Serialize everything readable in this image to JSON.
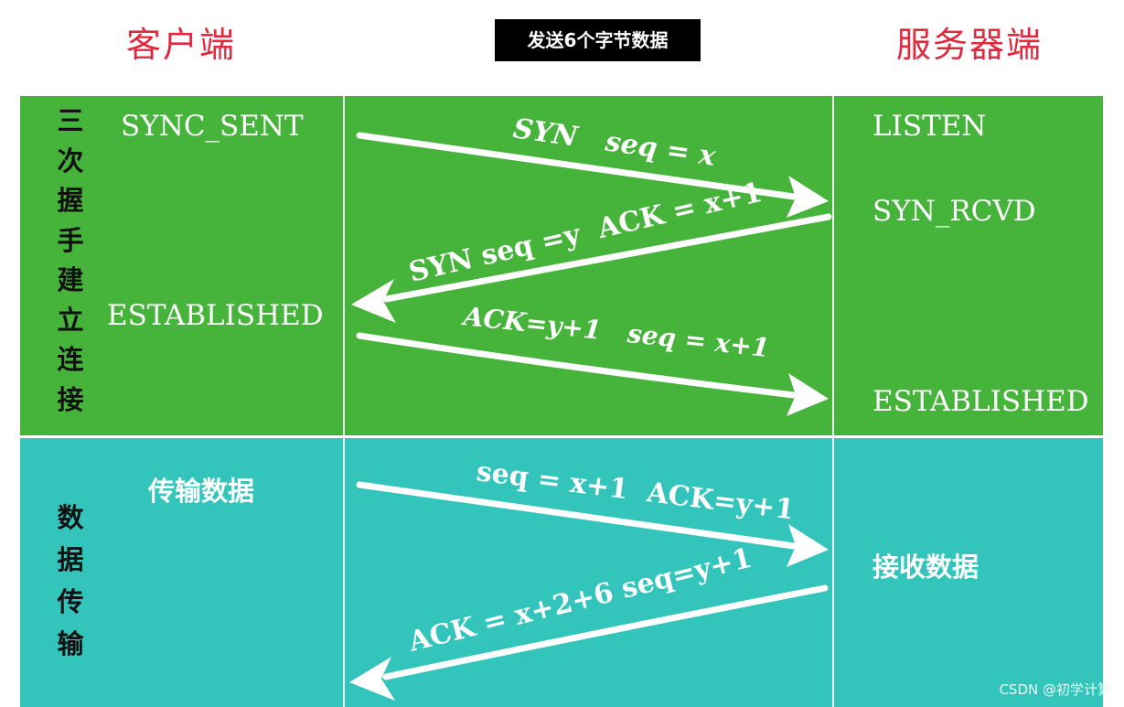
{
  "header": {
    "client_label": "客户端",
    "server_label": "服务器端",
    "badge": "发送6个字节数据"
  },
  "handshake": {
    "section_label": "三次握手建立连接",
    "client_states": [
      "SYNC_SENT",
      "ESTABLISHED"
    ],
    "server_states": [
      "LISTEN",
      "SYN_RCVD",
      "ESTABLISHED"
    ],
    "messages": [
      {
        "text": "SYN   seq = x",
        "direction": "client-to-server"
      },
      {
        "text": "SYN seq =y  ACK = x+1",
        "direction": "server-to-client"
      },
      {
        "text": "ACK=y+1   seq = x+1",
        "direction": "client-to-server"
      }
    ]
  },
  "transfer": {
    "section_label": "数据传输",
    "client_state": "传输数据",
    "server_state": "接收数据",
    "messages": [
      {
        "text": "seq = x+1  ACK=y+1",
        "direction": "client-to-server"
      },
      {
        "text": "ACK = x+2+6 seq=y+1",
        "direction": "server-to-client"
      }
    ]
  },
  "colors": {
    "handshake_band": "#46b33b",
    "transfer_band": "#33c5bc",
    "heading": "#e0283e",
    "arrow": "#ffffff"
  },
  "watermark": "CSDN @初学计算"
}
